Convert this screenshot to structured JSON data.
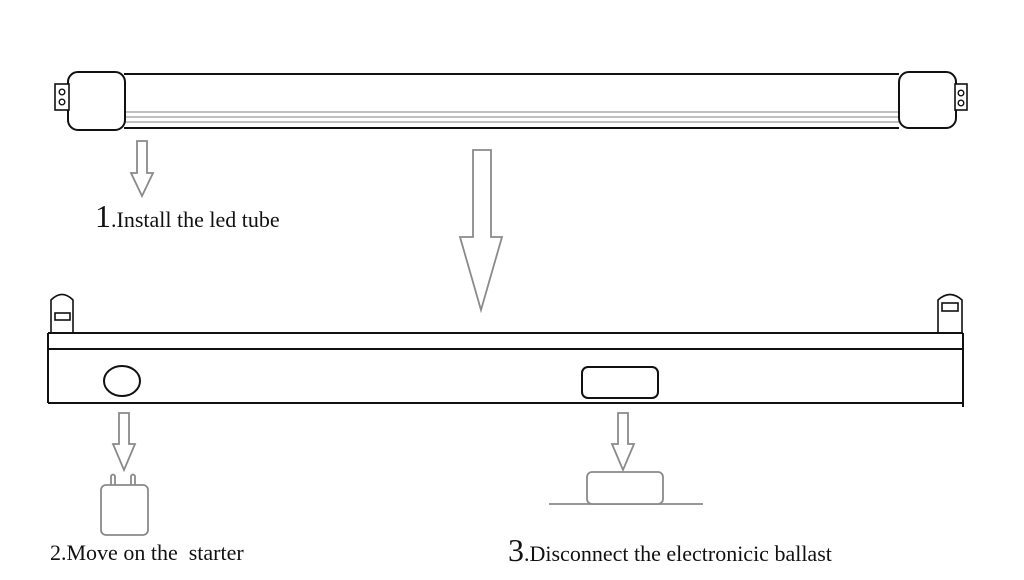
{
  "steps": [
    {
      "number": "1",
      "text": ".Install the led tube"
    },
    {
      "number": "2",
      "text": ".Move on the  starter"
    },
    {
      "number": "3",
      "text": ".Disconnect the electronicic ballast"
    }
  ],
  "colors": {
    "line": "#111111",
    "arrow": "#8a8a8a",
    "component": "#8a8a8a"
  },
  "icons": [
    "led-tube-icon",
    "fixture-icon",
    "starter-icon",
    "ballast-icon",
    "arrow-down-icon"
  ]
}
